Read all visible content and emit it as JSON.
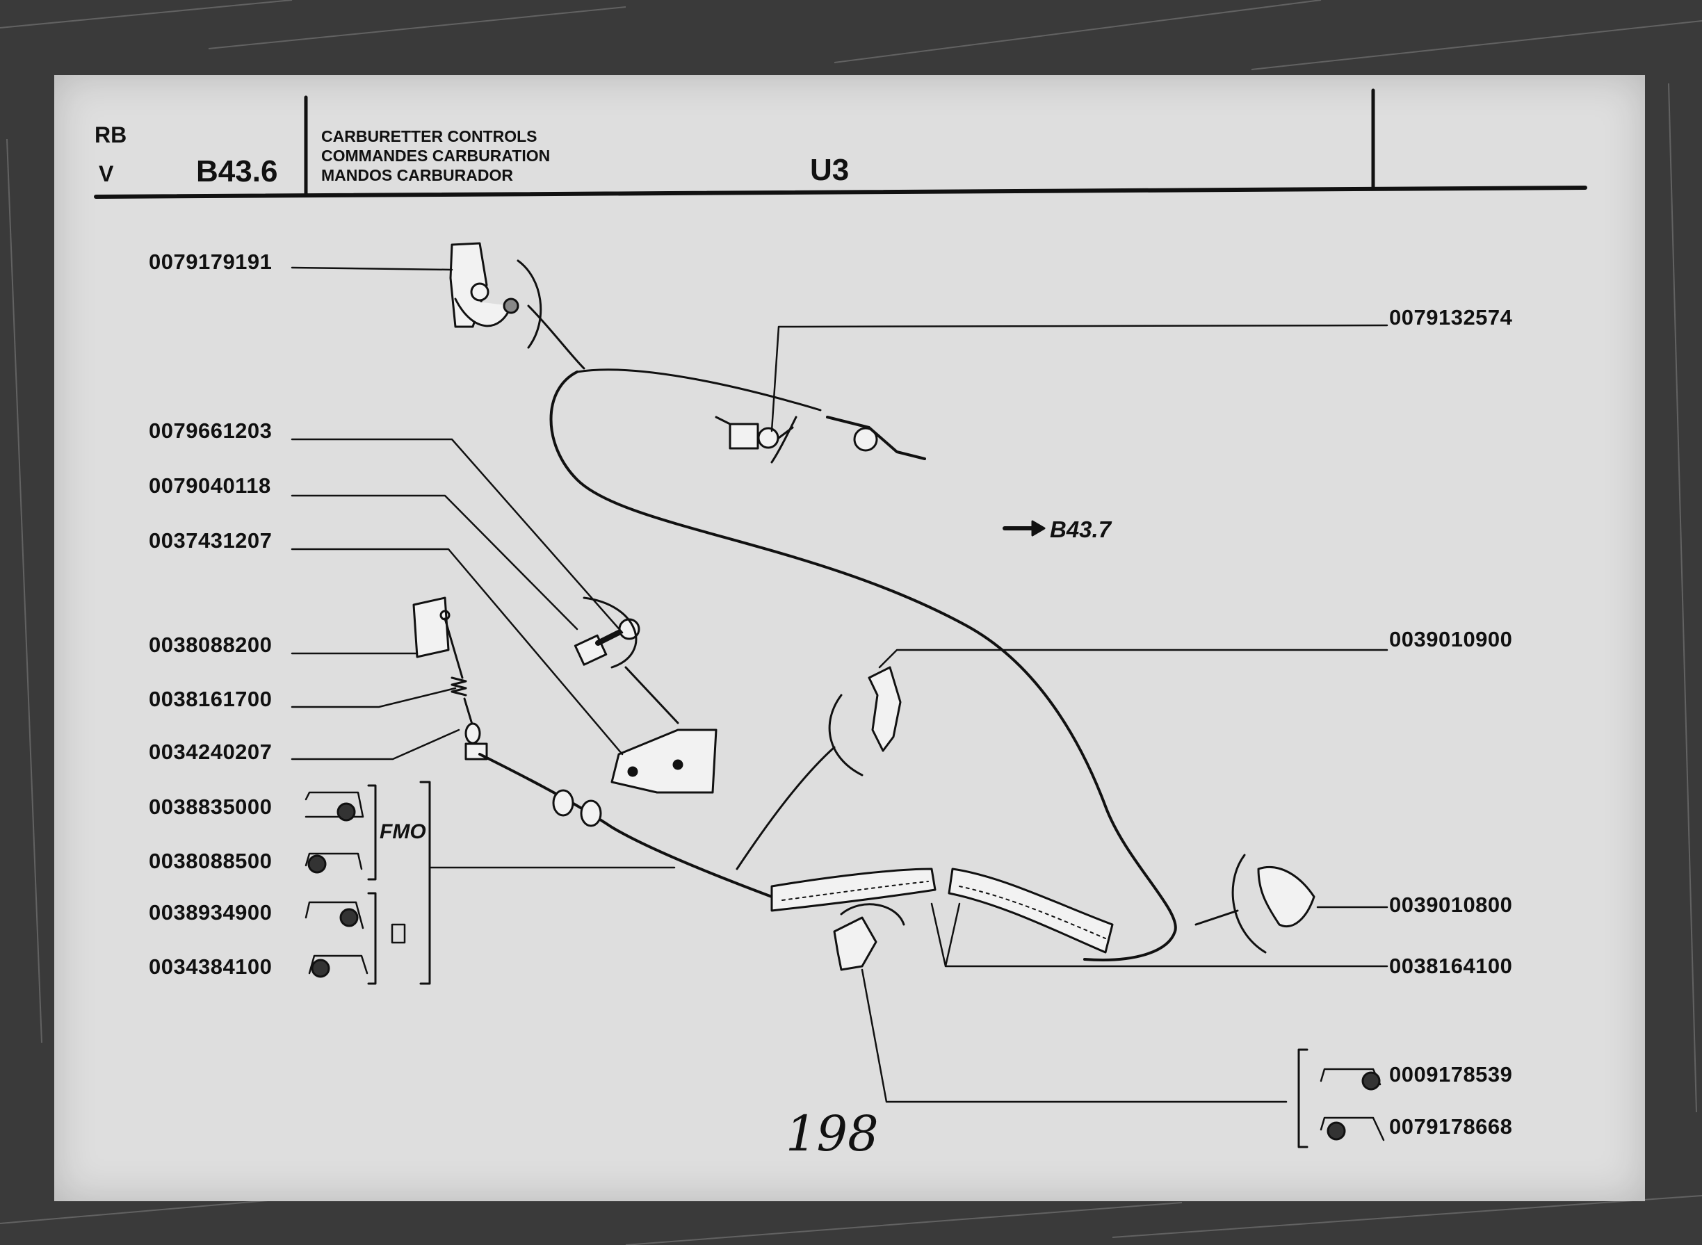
{
  "header": {
    "code_rb": "RB",
    "code_v": "V",
    "page_ref": "B43.6",
    "title_en": "CARBURETTER CONTROLS",
    "title_fr": "COMMANDES CARBURATION",
    "title_es": "MANDOS CARBURADOR",
    "model": "U3"
  },
  "cross_reference": "B43.7",
  "variant_fmo": "FMO",
  "page_number": "198",
  "parts": {
    "p0079179191": "0079179191",
    "p0079132574": "0079132574",
    "p0079661203": "0079661203",
    "p0079040118": "0079040118",
    "p0037431207": "0037431207",
    "p0038088200": "0038088200",
    "p0038161700": "0038161700",
    "p0034240207": "0034240207",
    "p0038835000": "0038835000",
    "p0038088500": "0038088500",
    "p0038934900": "0038934900",
    "p0034384100": "0034384100",
    "p0039010900": "0039010900",
    "p0039010800": "0039010800",
    "p0038164100": "0038164100",
    "p0009178539": "0009178539",
    "p0079178668": "0079178668"
  }
}
